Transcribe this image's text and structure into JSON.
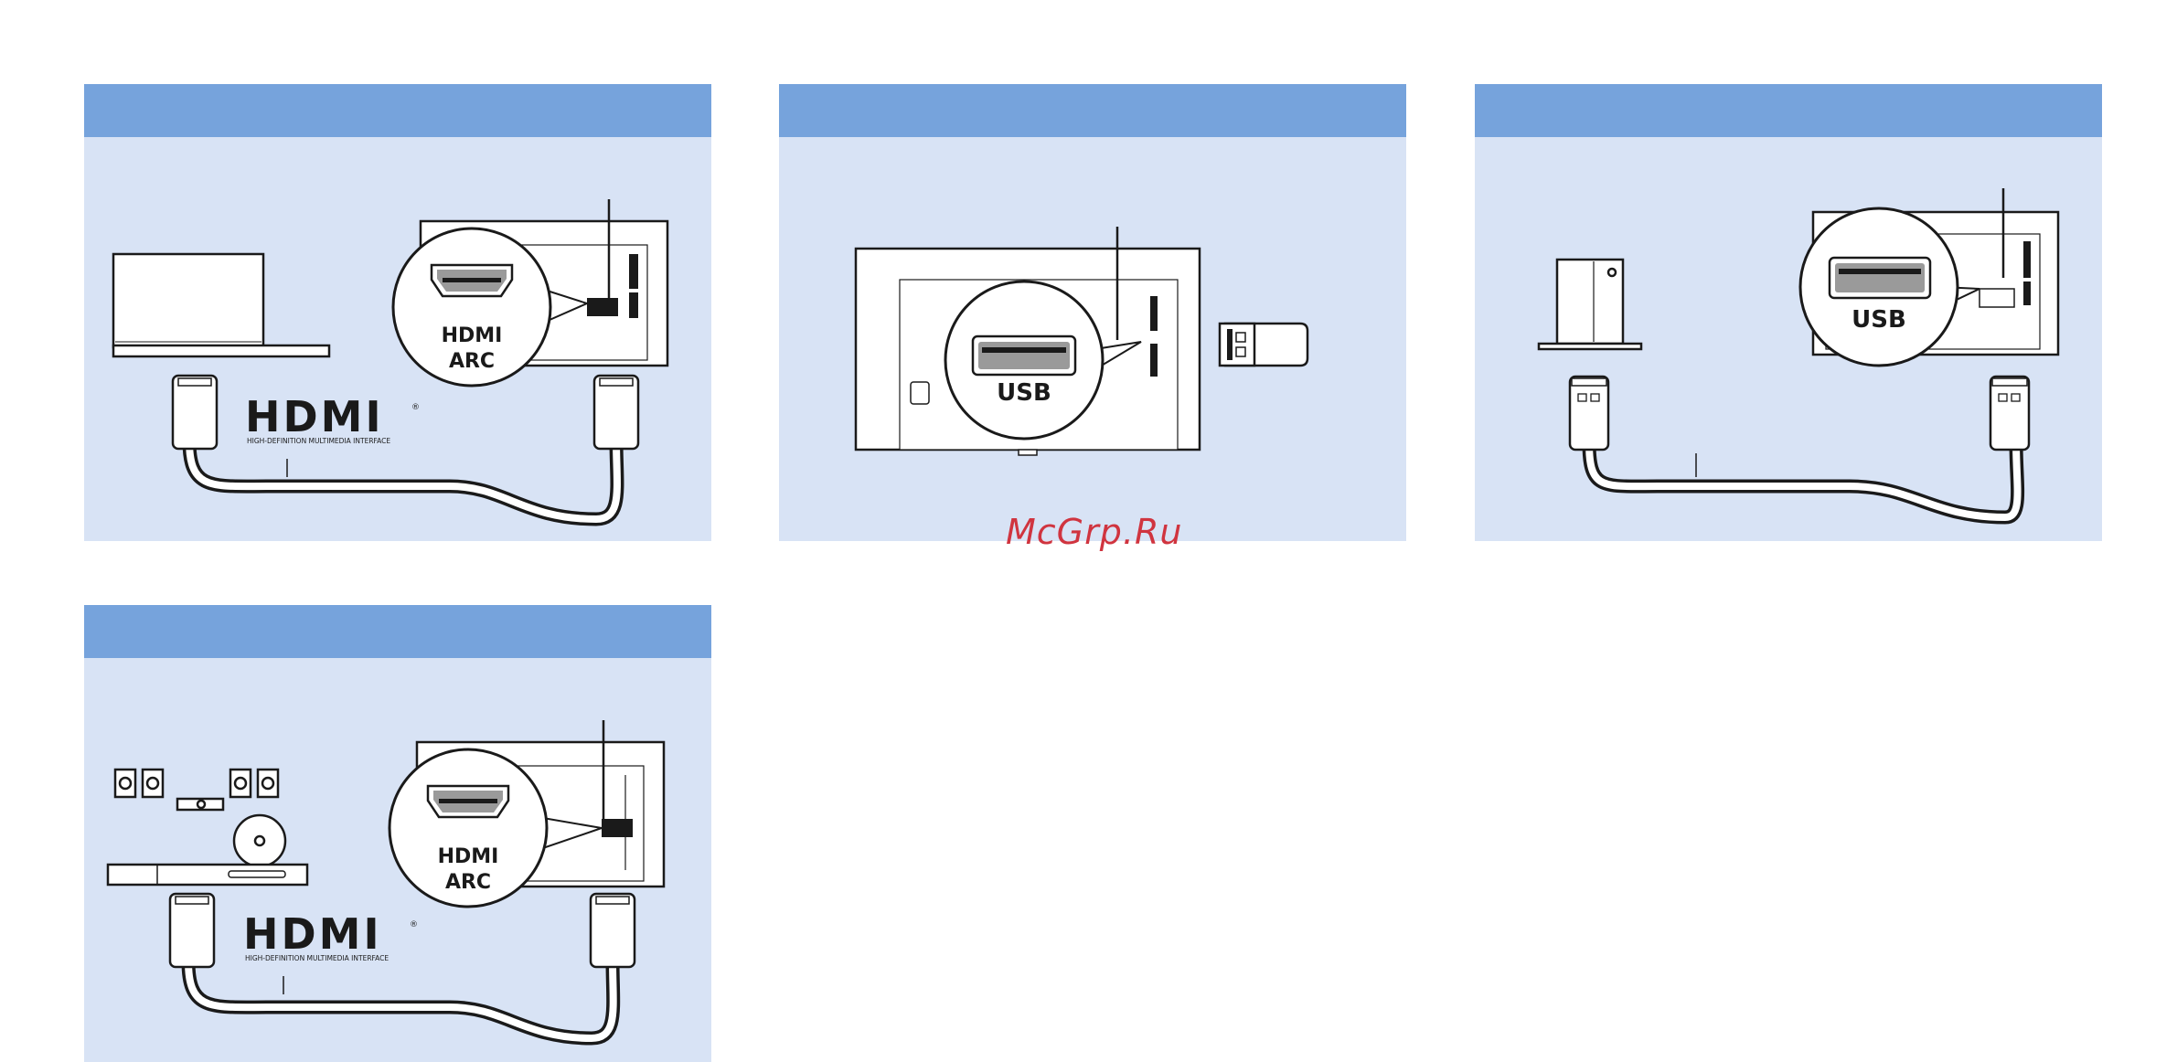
{
  "panels": [
    {
      "id": "hdmi-arc-tv",
      "zoom_label_1": "HDMI",
      "zoom_label_2": "ARC",
      "logo_text": "HDMI",
      "logo_sub": "HIGH-DEFINITION MULTIMEDIA INTERFACE",
      "logo_mark": "®"
    },
    {
      "id": "usb-dongle",
      "zoom_label_1": "USB"
    },
    {
      "id": "usb-drive",
      "zoom_label_1": "USB"
    },
    {
      "id": "hdmi-arc-hometheater",
      "zoom_label_1": "HDMI",
      "zoom_label_2": "ARC",
      "logo_text": "HDMI",
      "logo_sub": "HIGH-DEFINITION MULTIMEDIA INTERFACE",
      "logo_mark": "®"
    }
  ],
  "watermark": "McGrp.Ru",
  "colors": {
    "band": "#76a3dc",
    "panel": "#d8e3f5",
    "watermark": "#d0343f"
  }
}
